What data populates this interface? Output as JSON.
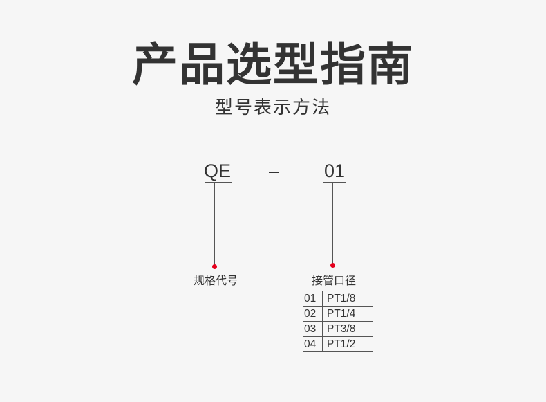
{
  "title": "产品选型指南",
  "subtitle": "型号表示方法",
  "model_code": {
    "prefix": "QE",
    "separator": "–",
    "suffix": "01"
  },
  "labels": {
    "spec_code": "规格代号",
    "port_size": "接管口径"
  },
  "port_table": [
    {
      "code": "01",
      "size": "PT1/8"
    },
    {
      "code": "02",
      "size": "PT1/4"
    },
    {
      "code": "03",
      "size": "PT3/8"
    },
    {
      "code": "04",
      "size": "PT1/2"
    }
  ],
  "colors": {
    "background": "#f6f6f6",
    "text": "#333333",
    "accent_dot": "#e5001c"
  }
}
